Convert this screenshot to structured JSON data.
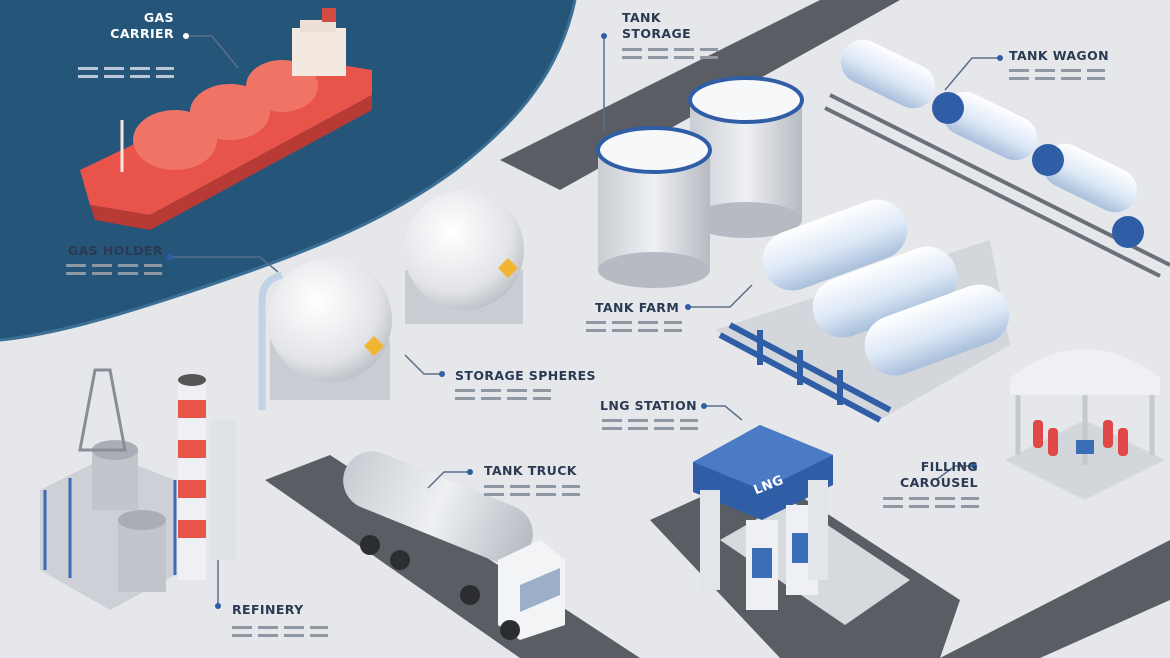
{
  "colors": {
    "sea": "#25567a",
    "ground": "#e6e7ea",
    "road": "#5a5d63",
    "accent_blue": "#2f5ea6",
    "ship_red": "#e8534a",
    "label_text": "#2a3a52"
  },
  "labels": {
    "gas_carrier": [
      "GAS",
      "CARRIER"
    ],
    "tank_storage": [
      "TANK",
      "STORAGE"
    ],
    "tank_wagon": "TANK WAGON",
    "gas_holder": "GAS HOLDER",
    "tank_farm": "TANK FARM",
    "storage_spheres": "STORAGE SPHERES",
    "lng_station": "LNG STATION",
    "filling_carousel": [
      "FILLING",
      "CAROUSEL"
    ],
    "tank_truck": "TANK TRUCK",
    "refinery": "REFINERY"
  },
  "station_sign": "LNG",
  "icons": [
    "hazard-flame-icon"
  ]
}
